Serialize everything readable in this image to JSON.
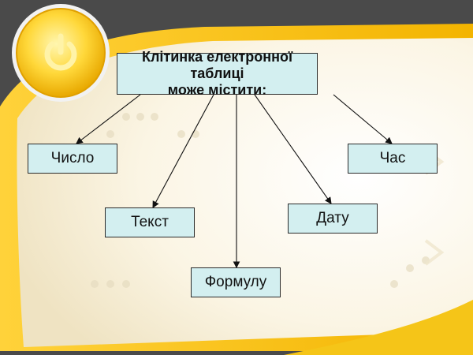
{
  "diagram": {
    "root": {
      "line1": "Клітинка електронної таблиці",
      "line2": "може містити:"
    },
    "children": [
      {
        "label": "Число"
      },
      {
        "label": "Текст"
      },
      {
        "label": "Формулу"
      },
      {
        "label": "Дату"
      },
      {
        "label": "Час"
      }
    ]
  },
  "colors": {
    "node_fill": "#d3eff0",
    "accent_yellow": "#f5c518",
    "frame_dark": "#4a4a4a"
  }
}
